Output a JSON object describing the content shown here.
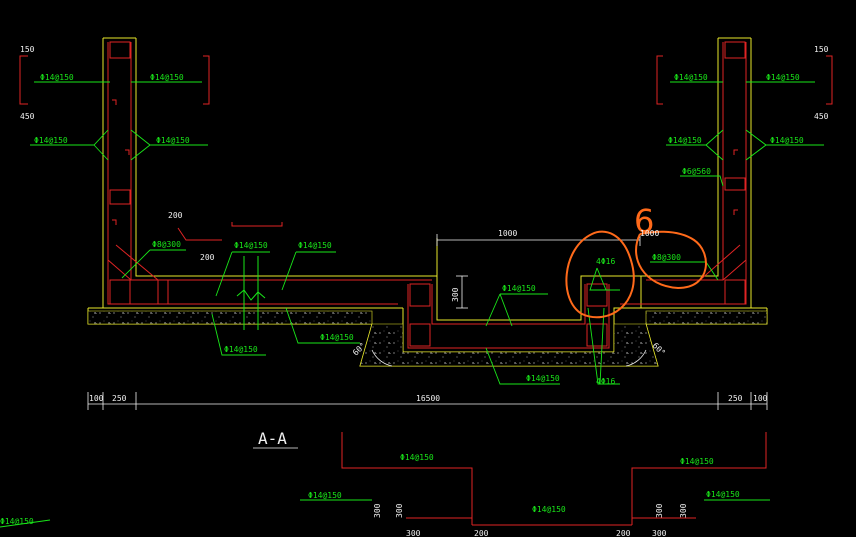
{
  "drawing": {
    "section_title": "A-A",
    "colors": {
      "background": "#000000",
      "concrete": "#e8e82a",
      "rebar": "#e02424",
      "leader": "#19e619",
      "dimension": "#f0f0f0",
      "annotation_marker": "#ff6a1a"
    },
    "labels": {
      "l_wall_top": "150",
      "l_wall_mid": "450",
      "r_wall_top": "150",
      "r_wall_mid": "450",
      "l_outer_1": "Φ14@150",
      "l_inner_1": "Φ14@150",
      "l_outer_2": "Φ14@150",
      "l_inner_2": "Φ14@150",
      "r_inner_1": "Φ14@150",
      "r_outer_1": "Φ14@150",
      "r_inner_2": "Φ14@150",
      "r_outer_2": "Φ14@150",
      "r_stirrup": "Φ6@560",
      "l_haunch_dim_v": "200",
      "l_haunch_dim_h": "200",
      "l_haunch_bar": "Φ8@300",
      "slab_top_1": "Φ14@150",
      "slab_top_2": "Φ14@150",
      "slab_bot_1": "Φ14@150",
      "slab_bot_2": "Φ14@150",
      "pit_top": "Φ14@150",
      "pit_bot": "Φ14@150",
      "pit_width": "1000",
      "pit_width_2": "1000",
      "pit_depth": "300",
      "pit_corner_bar": "4Φ16",
      "pit_corner_bar_2": "4Φ16",
      "r_haunch_bar": "Φ8@300",
      "angle_l": "60°",
      "angle_r": "60°",
      "dim_100_l": "100",
      "dim_250_l": "250",
      "dim_total": "16500",
      "dim_250_r": "250",
      "dim_100_r": "100",
      "detail_1": "Φ14@150",
      "detail_2": "Φ14@150",
      "detail_3": "Φ14@150",
      "detail_4": "Φ14@150",
      "detail_5": "Φ14@150",
      "detail_6": "Φ14@150",
      "detail_dim_1": "300",
      "detail_dim_2": "300",
      "detail_dim_3": "300",
      "detail_dim_4": "300",
      "detail_dim_5": "300",
      "detail_dim_6": "300",
      "detail_dim_7": "200",
      "detail_dim_8": "200"
    },
    "annotation_numeral": "6"
  }
}
